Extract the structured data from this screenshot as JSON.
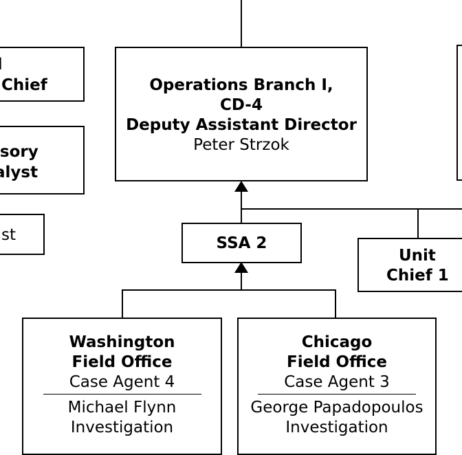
{
  "left_partial": {
    "box1": {
      "line1": "el",
      "line2": "Chief"
    },
    "box2": {
      "line1": "isory",
      "line2": "alyst"
    },
    "box3": {
      "line1": "st"
    }
  },
  "ops_branch": {
    "title_line1": "Operations Branch I,",
    "title_line2": "CD-4",
    "title_line3": "Deputy Assistant Director",
    "name": "Peter Strzok"
  },
  "ssa2": {
    "label": "SSA 2"
  },
  "unit_chief": {
    "line1": "Unit",
    "line2": "Chief 1"
  },
  "washington": {
    "line1": "Washington",
    "line2": "Field Office",
    "agent": "Case Agent 4",
    "case_line1": "Michael Flynn",
    "case_line2": "Investigation"
  },
  "chicago": {
    "line1": "Chicago",
    "line2": "Field Office",
    "agent": "Case Agent 3",
    "case_line1": "George Papadopoulos",
    "case_line2": "Investigation"
  }
}
